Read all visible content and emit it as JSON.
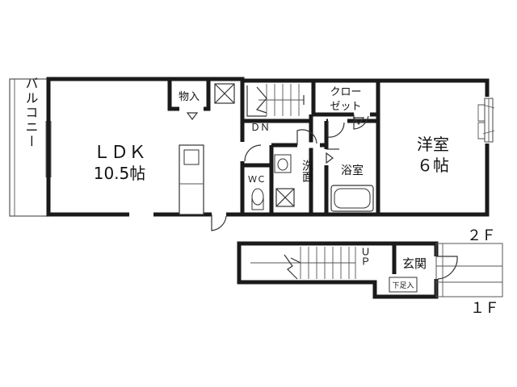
{
  "floor2": {
    "floor_label": "２Ｆ",
    "balcony_label": "バルコニー",
    "ldk_label": "ＬＤＫ",
    "ldk_size": "10.5帖",
    "storage_label": "物入",
    "closet_line1": "クロー",
    "closet_line2": "ゼット",
    "stairs_dn": "ＤＮ",
    "western_room_label": "洋室",
    "western_room_size": "６帖",
    "wc_label": "ＷＣ",
    "washroom_label": "洗面",
    "bathroom_label": "浴室"
  },
  "floor1": {
    "floor_label": "１Ｆ",
    "stairs_up": "ＵＰ",
    "entrance_label": "玄関",
    "shoe_cabinet_label": "下足入"
  }
}
